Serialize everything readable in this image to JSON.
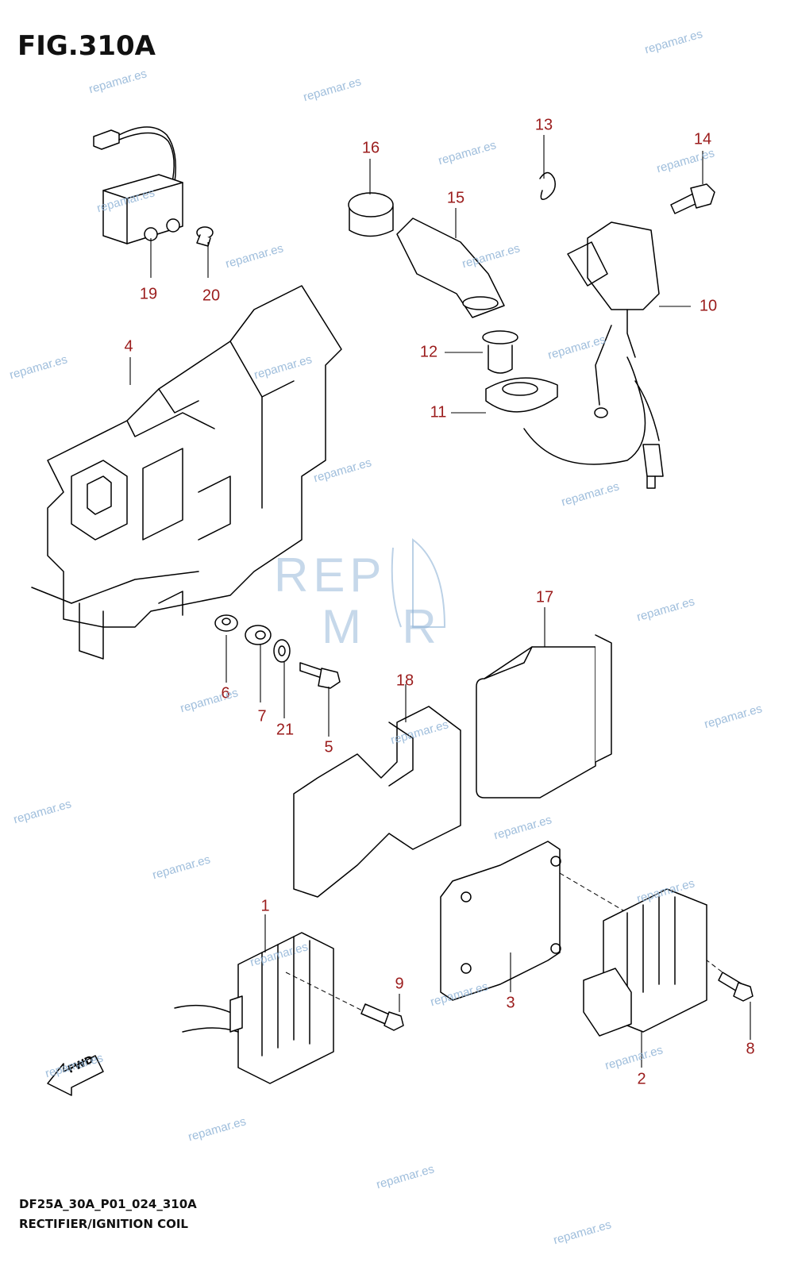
{
  "figure": {
    "title": "FIG.310A",
    "model_code": "DF25A_30A_P01_024_310A",
    "section_name": "RECTIFIER/IGNITION COIL"
  },
  "logo": {
    "text_line1": "REP",
    "text_line2": "M  R",
    "color": "#8fb3d6"
  },
  "fwd_label": "FWD",
  "watermark": {
    "text": "repamar.es",
    "color": "#8fb3d6"
  },
  "callout_color": "#9b1c1c",
  "callouts": [
    {
      "id": "c1",
      "label": "1"
    },
    {
      "id": "c2",
      "label": "2"
    },
    {
      "id": "c3",
      "label": "3"
    },
    {
      "id": "c4",
      "label": "4"
    },
    {
      "id": "c5",
      "label": "5"
    },
    {
      "id": "c6",
      "label": "6"
    },
    {
      "id": "c7",
      "label": "7"
    },
    {
      "id": "c8",
      "label": "8"
    },
    {
      "id": "c9",
      "label": "9"
    },
    {
      "id": "c10",
      "label": "10"
    },
    {
      "id": "c11",
      "label": "11"
    },
    {
      "id": "c12",
      "label": "12"
    },
    {
      "id": "c13",
      "label": "13"
    },
    {
      "id": "c14",
      "label": "14"
    },
    {
      "id": "c15",
      "label": "15"
    },
    {
      "id": "c16",
      "label": "16"
    },
    {
      "id": "c17",
      "label": "17"
    },
    {
      "id": "c18",
      "label": "18"
    },
    {
      "id": "c19",
      "label": "19"
    },
    {
      "id": "c20",
      "label": "20"
    },
    {
      "id": "c21",
      "label": "21"
    }
  ]
}
